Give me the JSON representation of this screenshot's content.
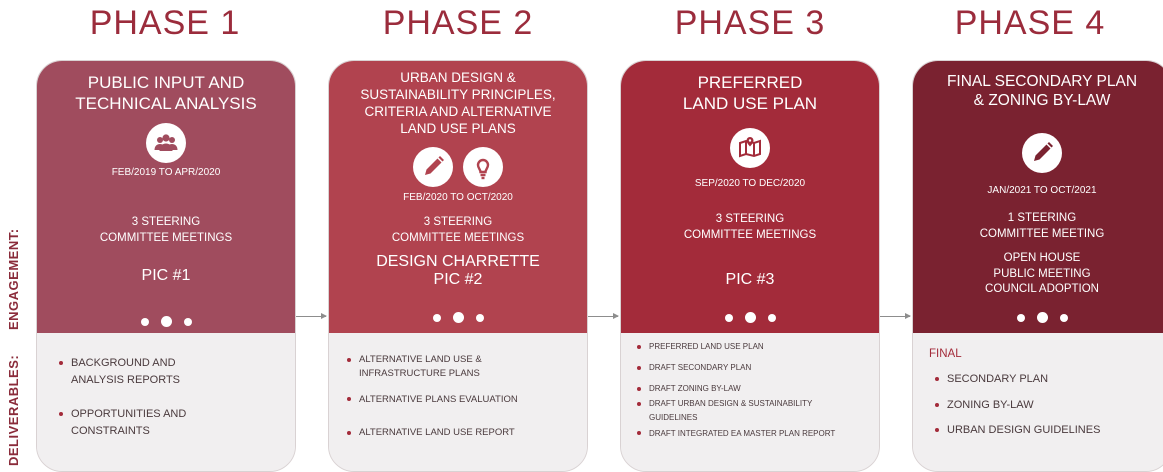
{
  "side_labels": {
    "engagement": "ENGAGEMENT:",
    "deliverables": "DELIVERABLES:"
  },
  "phases": [
    {
      "phase": "PHASE 1",
      "title_lines": [
        "PUBLIC INPUT AND",
        "TECHNICAL ANALYSIS"
      ],
      "icons": [
        "people-icon"
      ],
      "dates": "FEB/2019 TO APR/2020",
      "meetings": [
        "3 STEERING",
        "COMMITTEE MEETINGS"
      ],
      "events": [
        "PIC #1"
      ],
      "deliverables_heading": "",
      "deliverables": [
        "BACKGROUND AND ANALYSIS REPORTS",
        "OPPORTUNITIES AND CONSTRAINTS"
      ]
    },
    {
      "phase": "PHASE 2",
      "title_lines": [
        "URBAN DESIGN &",
        "SUSTAINABILITY PRINCIPLES,",
        "CRITERIA AND ALTERNATIVE",
        "LAND USE PLANS"
      ],
      "icons": [
        "pencil-icon",
        "lightbulb-icon"
      ],
      "dates": "FEB/2020 TO OCT/2020",
      "meetings": [
        "3 STEERING",
        "COMMITTEE MEETINGS"
      ],
      "events": [
        "DESIGN CHARRETTE",
        "PIC #2"
      ],
      "deliverables_heading": "",
      "deliverables": [
        "ALTERNATIVE LAND USE & INFRASTRUCTURE PLANS",
        "ALTERNATIVE PLANS EVALUATION",
        "ALTERNATIVE LAND USE REPORT"
      ]
    },
    {
      "phase": "PHASE 3",
      "title_lines": [
        "PREFERRED",
        "LAND USE PLAN"
      ],
      "icons": [
        "map-icon"
      ],
      "dates": "SEP/2020 TO DEC/2020",
      "meetings": [
        "3 STEERING",
        "COMMITTEE MEETINGS"
      ],
      "events": [
        "PIC #3"
      ],
      "deliverables_heading": "",
      "deliverables": [
        "PREFERRED LAND USE PLAN",
        "DRAFT SECONDARY PLAN",
        "DRAFT ZONING BY-LAW",
        "DRAFT URBAN DESIGN & SUSTAINABILITY GUIDELINES",
        "DRAFT INTEGRATED EA MASTER PLAN REPORT"
      ]
    },
    {
      "phase": "PHASE 4",
      "title_lines": [
        "FINAL SECONDARY PLAN",
        "& ZONING BY-LAW"
      ],
      "icons": [
        "pencil-icon"
      ],
      "dates": "JAN/2021 TO OCT/2021",
      "meetings": [
        "1 STEERING",
        "COMMITTEE MEETING"
      ],
      "events": [
        "OPEN HOUSE",
        "PUBLIC MEETING",
        "COUNCIL ADOPTION"
      ],
      "deliverables_heading": "FINAL",
      "deliverables": [
        "SECONDARY PLAN",
        "ZONING BY-LAW",
        "URBAN DESIGN GUIDELINES"
      ]
    }
  ]
}
